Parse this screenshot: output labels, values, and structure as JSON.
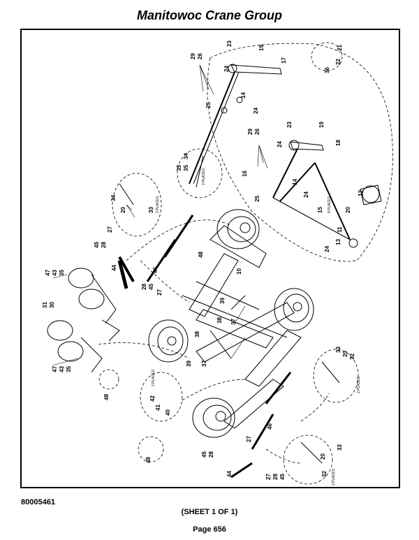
{
  "header": {
    "title": "Manitowoc Crane Group"
  },
  "footer": {
    "document_number": "80005461",
    "sheet": "(SHEET 1 OF 1)",
    "page": "Page 656"
  },
  "diagram": {
    "place_notes": {
      "two_places": "2 PLACES",
      "eight_places": "8 PLACES"
    },
    "callouts": {
      "c29a": "29",
      "c26a": "26",
      "c23a": "23",
      "c19a": "19",
      "c21": "21",
      "c36": "36",
      "c22": "22",
      "c24a": "24",
      "c17": "17",
      "c14a": "14",
      "c25a": "25",
      "c24b": "24",
      "c29b": "29",
      "c26b": "26",
      "c23b": "23",
      "c19b": "19",
      "c18": "18",
      "c24c": "24",
      "c16": "16",
      "c14b": "14",
      "c24d": "24",
      "c25b": "25",
      "c12": "12",
      "c20a": "20",
      "c15": "15",
      "c11": "11",
      "c13": "13",
      "c24e": "24",
      "c34a": "34",
      "c33a": "33",
      "c35a": "35",
      "c34b": "34",
      "c20b": "20",
      "c33b": "33",
      "c27a": "27",
      "c45a": "45",
      "c28a": "28",
      "c48a": "48",
      "c46a": "46",
      "c10": "10",
      "c47a": "47",
      "c43a": "43",
      "c35b": "35",
      "c44a": "44",
      "c28b": "28",
      "c45b": "45",
      "c27b": "27",
      "c31": "31",
      "c30": "30",
      "c39a": "39",
      "c37a": "37",
      "c38a": "38",
      "c38b": "38",
      "c39b": "39",
      "c37b": "37",
      "c47b": "47",
      "c43b": "43",
      "c35c": "35",
      "c48b": "48",
      "c42": "42",
      "c41": "41",
      "c40": "40",
      "c33c": "33",
      "c20c": "20",
      "c32a": "32",
      "c46b": "46",
      "c27c": "27",
      "c45c": "45",
      "c28c": "28",
      "c48c": "48",
      "c44b": "44",
      "c27d": "27",
      "c28d": "28",
      "c45d": "45",
      "c33d": "33",
      "c20d": "20",
      "c32b": "32"
    }
  }
}
